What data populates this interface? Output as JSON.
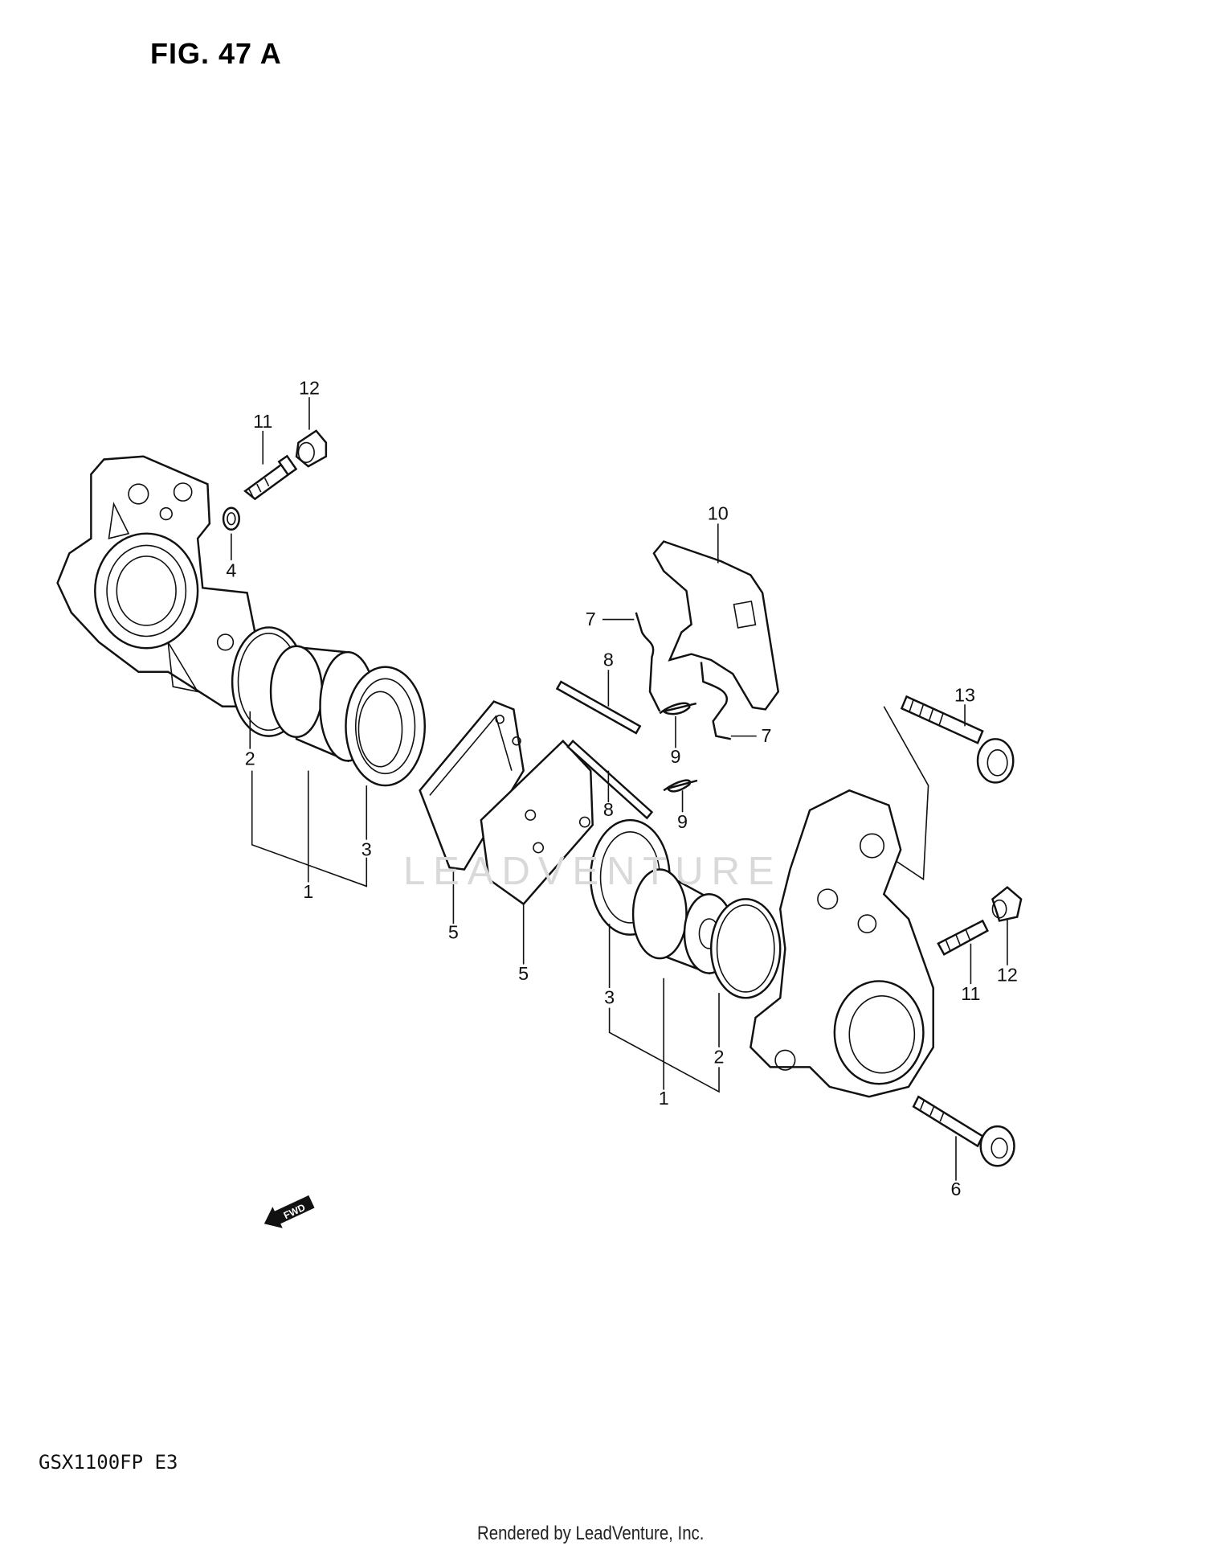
{
  "figure": {
    "title": "FIG. 47 A",
    "model": "GSX1100FP  E3"
  },
  "footer": {
    "credit": "Rendered by LeadVenture, Inc."
  },
  "watermark": "LEADVENTURE",
  "fwd_label": "FWD",
  "callouts": [
    "12",
    "11",
    "4",
    "10",
    "7",
    "8",
    "9",
    "7",
    "8",
    "9",
    "13",
    "2",
    "1",
    "3",
    "5",
    "5",
    "3",
    "2",
    "1",
    "11",
    "12",
    "6"
  ]
}
